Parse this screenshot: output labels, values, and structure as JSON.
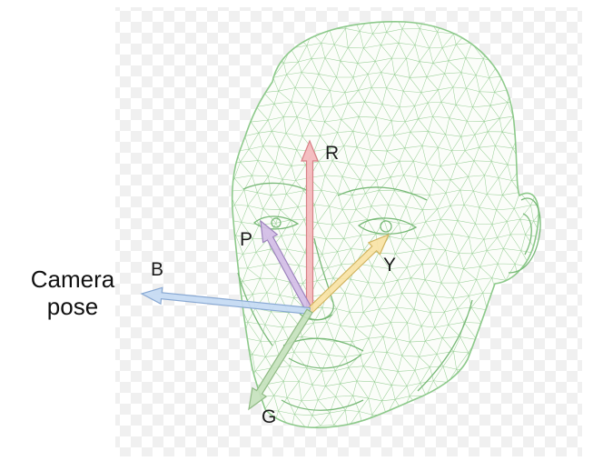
{
  "caption": {
    "line1": "Camera",
    "line2": "pose"
  },
  "axes": [
    {
      "key": "R",
      "label": "R",
      "color": "#f4b9bc",
      "stroke": "#d87f86"
    },
    {
      "key": "P",
      "label": "P",
      "color": "#d3bde6",
      "stroke": "#9d83bd"
    },
    {
      "key": "Y",
      "label": "Y",
      "color": "#f8e3a5",
      "stroke": "#d2b460"
    },
    {
      "key": "B",
      "label": "B",
      "color": "#c4daf3",
      "stroke": "#88a8d3"
    },
    {
      "key": "G",
      "label": "G",
      "color": "#c6e2bd",
      "stroke": "#8fba84"
    }
  ],
  "colors": {
    "mesh": "#8cc98a",
    "checker_light": "#ffffff",
    "checker_dark": "#f0f0f0"
  }
}
